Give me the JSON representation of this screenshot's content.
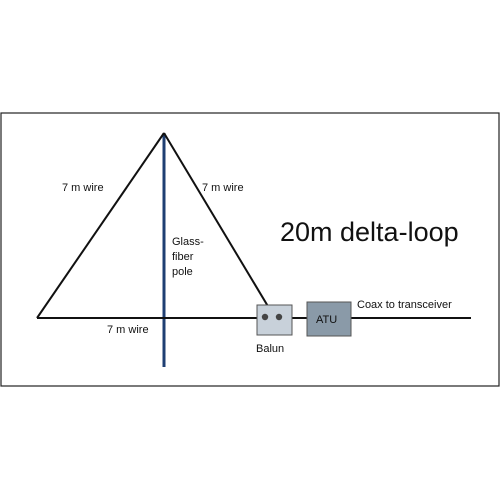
{
  "title": "20m delta-loop",
  "labels": {
    "left_wire": "7 m wire",
    "right_wire": "7 m wire",
    "bottom_wire": "7 m wire",
    "pole_line1": "Glass-",
    "pole_line2": "fiber",
    "pole_line3": "pole",
    "balun": "Balun",
    "atu": "ATU",
    "coax": "Coax to transceiver"
  },
  "colors": {
    "wire": "#111111",
    "pole": "#1f3f73",
    "box_fill": "#c8d1da",
    "atu_fill": "#8a9aa8",
    "border": "#222222"
  }
}
